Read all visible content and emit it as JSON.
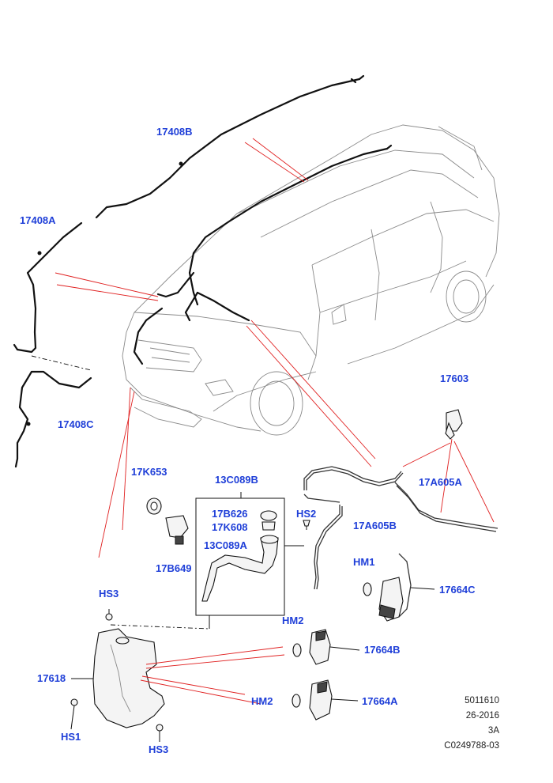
{
  "callouts": {
    "c17408B": "17408B",
    "c17408A": "17408A",
    "c17408C": "17408C",
    "c17603": "17603",
    "c17A605A": "17A605A",
    "c17A605B": "17A605B",
    "c17K653": "17K653",
    "c13C089B": "13C089B",
    "c17B626": "17B626",
    "c17K608": "17K608",
    "cHS2": "HS2",
    "c13C089A": "13C089A",
    "c17B649": "17B649",
    "cHM1": "HM1",
    "c17664C": "17664C",
    "cHS3a": "HS3",
    "cHM2a": "HM2",
    "c17664B": "17664B",
    "c17618": "17618",
    "cHM2b": "HM2",
    "c17664A": "17664A",
    "cHS1": "HS1",
    "cHS3b": "HS3"
  },
  "reference": {
    "line1": "5011610",
    "line2": "26-2016",
    "line3": "3A",
    "line4": "C0249788-03"
  },
  "colors": {
    "callout": "#1f3fd8",
    "leader_red": "#e02020"
  }
}
